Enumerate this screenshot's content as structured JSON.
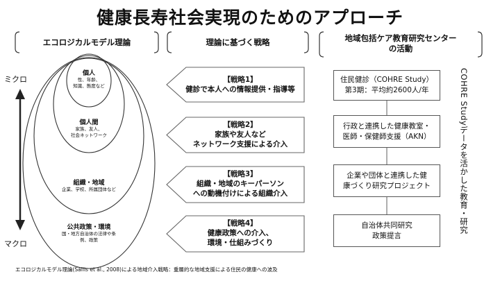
{
  "title": "健康長寿社会実現のためのアプローチ",
  "columns": {
    "left": "エコロジカルモデル理論",
    "middle": "理論に基づく戦略",
    "right": "地域包括ケア教育研究センター\nの活動"
  },
  "axis": {
    "top": "ミクロ",
    "bottom": "マクロ"
  },
  "ecological_levels": [
    {
      "name": "個人",
      "desc": "性、年齢、\n知識、態度など"
    },
    {
      "name": "個人間",
      "desc": "家族、友人、\n社会ネットワーク"
    },
    {
      "name": "組織・地域",
      "desc": "企業、学校、所属団体など"
    },
    {
      "name": "公共政策・環境",
      "desc": "国・地方自治体の法律や条\n例、政策"
    }
  ],
  "strategies": [
    {
      "head": "【戦略1】",
      "text": "健診で本人への情報提供・指導等"
    },
    {
      "head": "【戦略2】",
      "text": "家族や友人など\nネットワーク支援による介入"
    },
    {
      "head": "【戦略3】",
      "text": "組織・地域のキーパーソン\nへの動機付けによる組織介入"
    },
    {
      "head": "【戦略4】",
      "text": "健康政策への介入、\n環境・仕組みづくり"
    }
  ],
  "activities": [
    "住民健診（COHRE Study）\n第3期：平均約2600人/年",
    "行政と連携した健康教室・\n医師・保健師支援（AKN）",
    "企業や団体と連携した健\n康づくり研究プロジェクト",
    "自治体共同研究\n政策提言"
  ],
  "side_label": "COHRE Studyデータを活かした教育・研究",
  "caption": "エコロジカルモデル理論(Sallis et al., 2008)による地域介入戦略：重層的な地域支援による住民の健康への波及"
}
